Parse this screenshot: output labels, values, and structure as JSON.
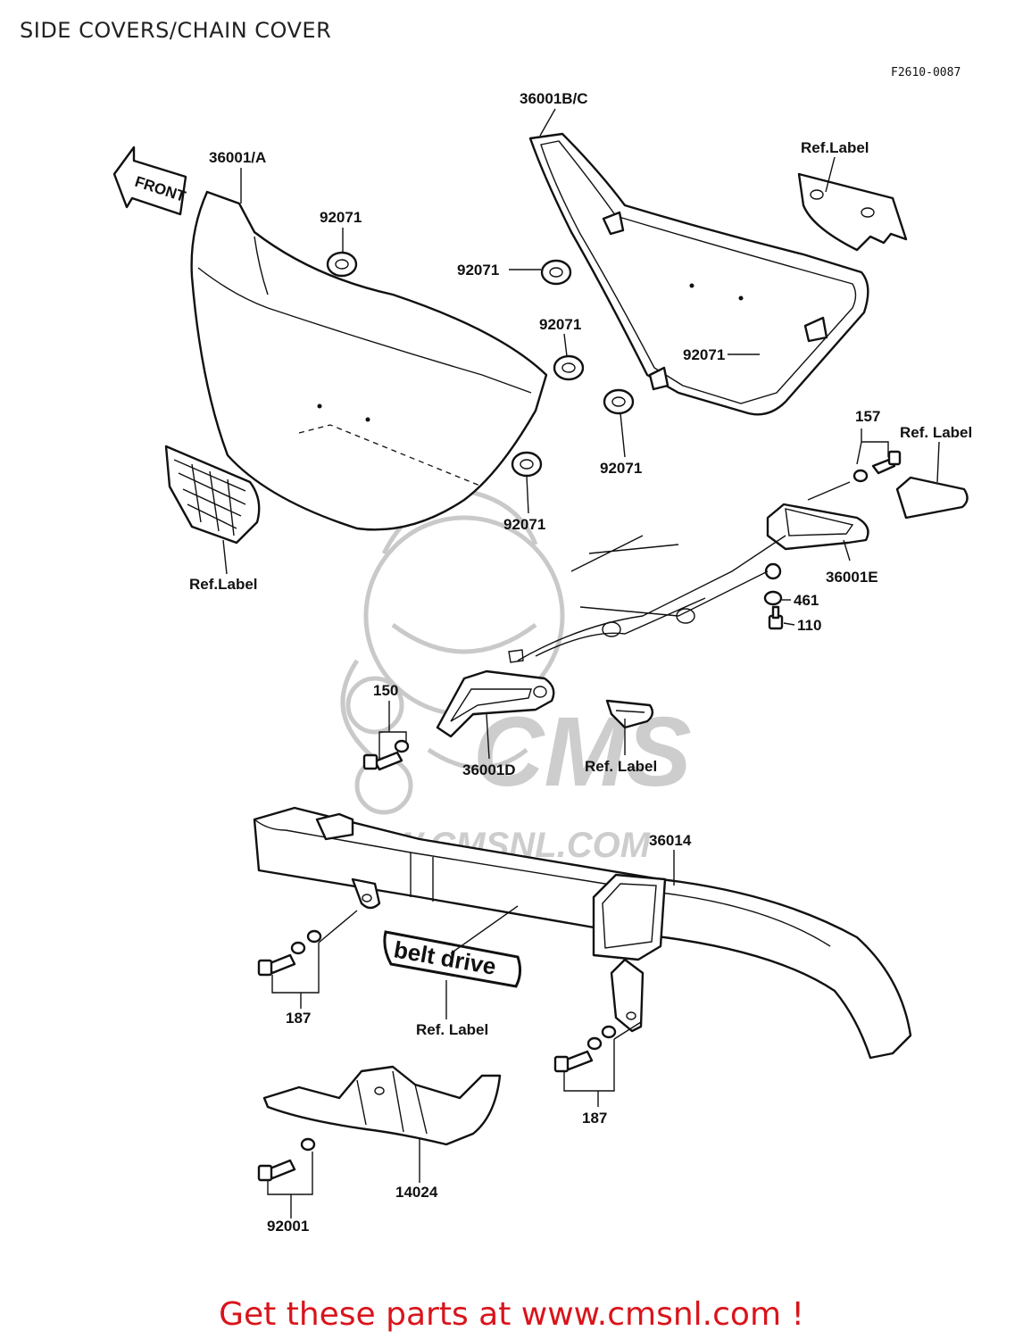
{
  "header": {
    "title": "SIDE COVERS/CHAIN COVER",
    "diagram_code": "F2610-0087"
  },
  "watermark": {
    "logo_text": "CMS",
    "url_text": "WWW.CMSNL.COM"
  },
  "arrow": {
    "text": "FRONT"
  },
  "decal": {
    "text": "belt drive"
  },
  "callouts": {
    "c36001a": "36001/A",
    "c36001bc": "36001B/C",
    "c36001d": "36001D",
    "c36001e": "36001E",
    "c36014": "36014",
    "c14024": "14024",
    "c92071_1": "92071",
    "c92071_2": "92071",
    "c92071_3": "92071",
    "c92071_4": "92071",
    "c92071_5": "92071",
    "c92071_6": "92071",
    "c157": "157",
    "c461": "461",
    "c110": "110",
    "c150": "150",
    "c187_1": "187",
    "c187_2": "187",
    "c92001": "92001",
    "ref_label_1": "Ref.Label",
    "ref_label_2": "Ref. Label",
    "ref_label_3": "Ref.Label",
    "ref_label_4": "Ref. Label",
    "ref_label_5": "Ref. Label"
  },
  "footer": {
    "text": "Get these parts at www.cmsnl.com !"
  }
}
